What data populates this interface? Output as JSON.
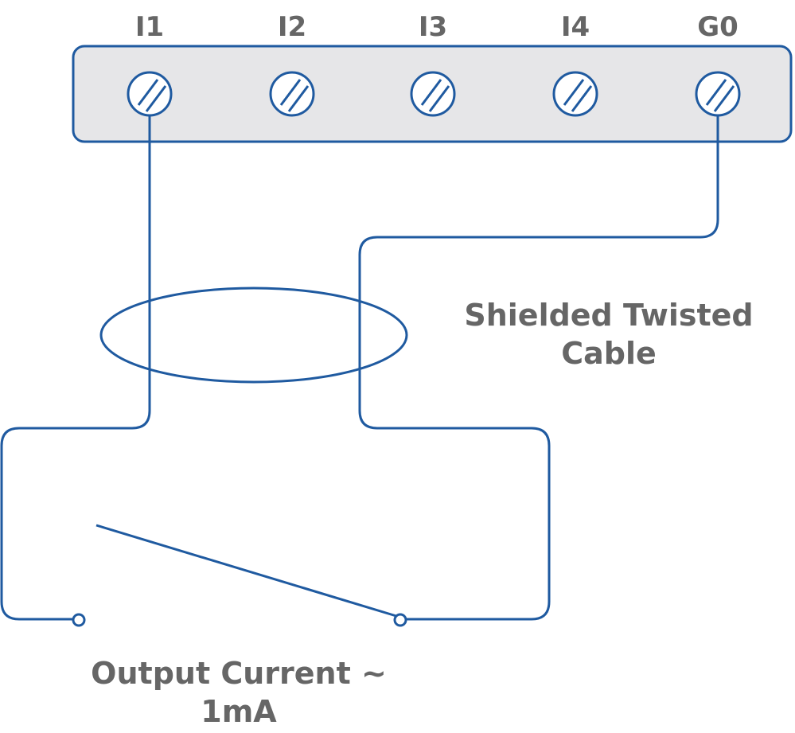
{
  "terminal_block": {
    "terminals": [
      {
        "label": "I1"
      },
      {
        "label": "I2"
      },
      {
        "label": "I3"
      },
      {
        "label": "I4"
      },
      {
        "label": "G0"
      }
    ]
  },
  "cable": {
    "line1": "Shielded Twisted",
    "line2": "Cable"
  },
  "output": {
    "line1": "Output Current ~",
    "line2": "1mA"
  },
  "colors": {
    "wire": "#1f5aa0",
    "block_fill": "#e6e6e8",
    "label_text": "#666666"
  }
}
